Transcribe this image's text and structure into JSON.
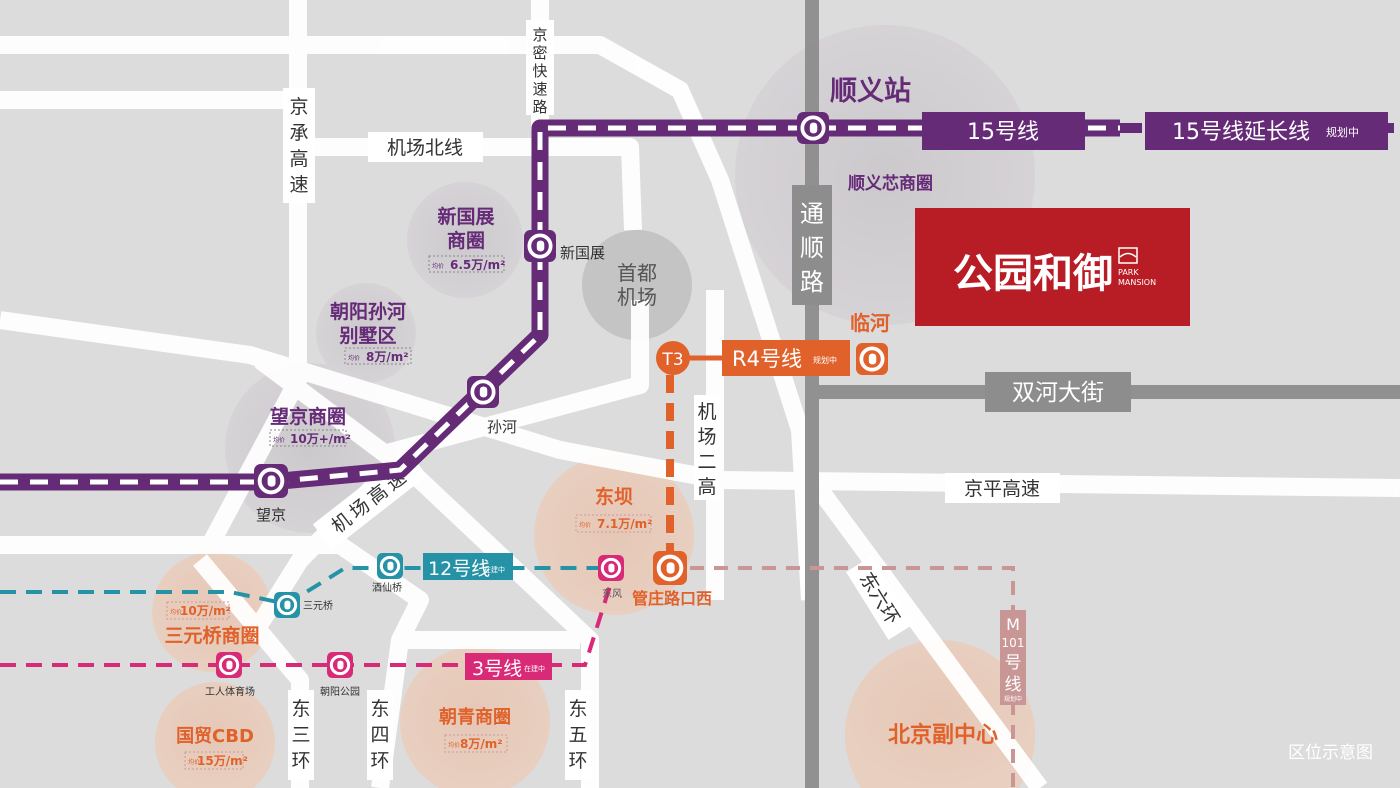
{
  "colors": {
    "line15": "#652b77",
    "r4": "#e0612a",
    "line12": "#2592a6",
    "line3": "#d92a78",
    "m101": "#c99696",
    "project": "#b81c25",
    "background": "#dcdcdc"
  },
  "roads": {
    "jingcheng": [
      "京",
      "承",
      "高",
      "速"
    ],
    "jingmi": [
      "京",
      "密",
      "快",
      "速",
      "路"
    ],
    "airport_north": "机场北线",
    "tongshun": [
      "通",
      "顺",
      "路"
    ],
    "shuanghe": "双河大街",
    "jingping": "京平高速",
    "airport_2nd": [
      "机",
      "场",
      "二",
      "高"
    ],
    "airport_expressway": "机场高速",
    "east6": "东六环",
    "east3": [
      "东",
      "三",
      "环"
    ],
    "east4": [
      "东",
      "四",
      "环"
    ],
    "east5": [
      "东",
      "五",
      "环"
    ]
  },
  "metro": {
    "line15": {
      "label": "15号线",
      "ext_label": "15号线延长线",
      "ext_status": "规划中"
    },
    "r4": {
      "label": "R4号线",
      "status": "规划中",
      "t3": "T3"
    },
    "line12": {
      "label": "12号线",
      "status": "在建中"
    },
    "line3": {
      "label": "3号线",
      "status": "在建中"
    },
    "m101": {
      "label": [
        "M",
        "101",
        "号",
        "线"
      ],
      "status": "规划中"
    }
  },
  "stations": {
    "shunyi": "顺义站",
    "xinguozhan": "新国展",
    "sunhe": "孙河",
    "wangjing": "望京",
    "linhe": "临河",
    "guanzhuang": "管庄路口西",
    "dongfeng": "东风",
    "jiuxianqiao": "酒仙桥",
    "sanyuanqiao": "三元桥",
    "gongti": "工人体育场",
    "chaoyang_park": "朝阳公园"
  },
  "areas": {
    "shunyi": "顺义芯商圈",
    "xinguozhan": {
      "name": [
        "新国展",
        "商圈"
      ],
      "price_tag": "均价",
      "price": "6.5万/m²"
    },
    "sunhe": {
      "name": [
        "朝阳孙河",
        "别墅区"
      ],
      "price_tag": "均价",
      "price": "8万/m²"
    },
    "wangjing": {
      "name": "望京商圈",
      "price_tag": "均价",
      "price": "10万+/m²"
    },
    "airport": [
      "首都",
      "机场"
    ],
    "dongba": {
      "name": "东坝",
      "price_tag": "均价",
      "price": "7.1万/m²"
    },
    "sanyuanqiao": {
      "name": "三元桥商圈",
      "price_tag": "均价",
      "price": "10万/m²"
    },
    "guomao": {
      "name": "国贸CBD",
      "price_tag": "均价",
      "price": "15万/m²"
    },
    "chaoqing": {
      "name": "朝青商圈",
      "price_tag": "均价",
      "price": "8万/m²"
    },
    "subcenter": "北京副中心"
  },
  "project": {
    "name": "公园和御",
    "en1": "PARK",
    "en2": "MANSION"
  },
  "caption": "区位示意图"
}
